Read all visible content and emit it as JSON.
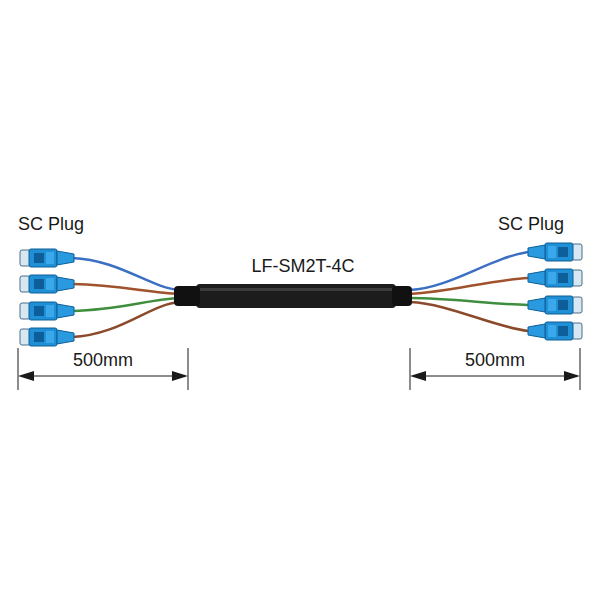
{
  "diagram": {
    "labels": [
      "SC Plug",
      "LF-SM2T-4C",
      "SC Plug",
      "500mm",
      "500mm"
    ]
  }
}
